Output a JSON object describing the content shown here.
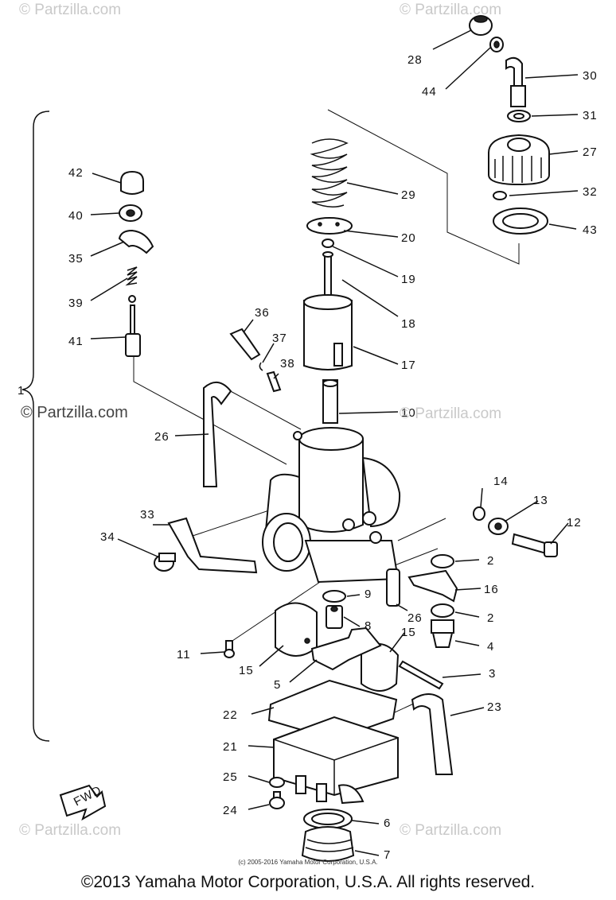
{
  "watermarks": {
    "top_left": "© Partzilla.com",
    "top_right": "© Partzilla.com",
    "mid_left": "© Partzilla.com",
    "mid_right": "© Partzilla.com",
    "bottom_left": "© Partzilla.com",
    "bottom_right": "© Partzilla.com"
  },
  "copyright_small": "(c) 2005-2016 Yamaha Motor Corporation, U.S.A.",
  "footer": "©2013 Yamaha Motor Corporation, U.S.A. All rights reserved.",
  "fwd_label": "FWD",
  "callouts": [
    "1",
    "2",
    "2",
    "3",
    "4",
    "5",
    "6",
    "7",
    "8",
    "9",
    "10",
    "11",
    "12",
    "13",
    "14",
    "15",
    "15",
    "16",
    "17",
    "18",
    "19",
    "20",
    "21",
    "22",
    "23",
    "24",
    "25",
    "26",
    "26",
    "27",
    "28",
    "29",
    "30",
    "31",
    "32",
    "33",
    "34",
    "35",
    "36",
    "37",
    "38",
    "39",
    "40",
    "41",
    "42",
    "43",
    "44"
  ]
}
